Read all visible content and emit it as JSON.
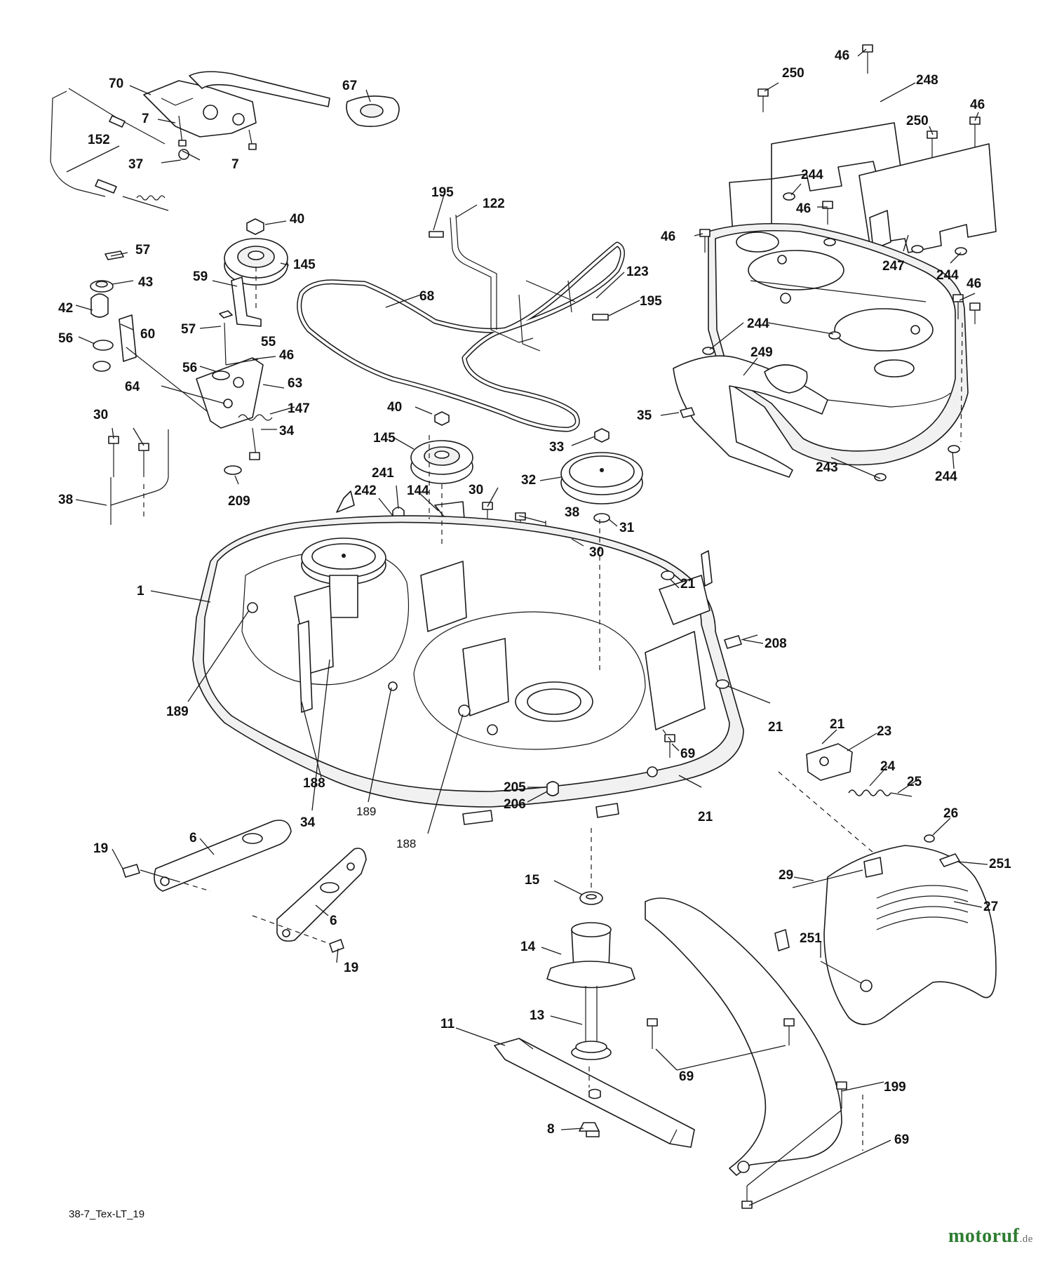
{
  "diagram": {
    "reference_code": "38-7_Tex-LT_19",
    "watermark": {
      "main": "motoruf",
      "tld": ".de"
    },
    "callouts": [
      {
        "id": "c70",
        "label": "70"
      },
      {
        "id": "c67",
        "label": "67"
      },
      {
        "id": "c7a",
        "label": "7"
      },
      {
        "id": "c7b",
        "label": "7"
      },
      {
        "id": "c152",
        "label": "152"
      },
      {
        "id": "c37",
        "label": "37"
      },
      {
        "id": "c40a",
        "label": "40"
      },
      {
        "id": "c57a",
        "label": "57"
      },
      {
        "id": "c145a",
        "label": "145"
      },
      {
        "id": "c43",
        "label": "43"
      },
      {
        "id": "c59",
        "label": "59"
      },
      {
        "id": "c42",
        "label": "42"
      },
      {
        "id": "c60",
        "label": "60"
      },
      {
        "id": "c56a",
        "label": "56"
      },
      {
        "id": "c57b",
        "label": "57"
      },
      {
        "id": "c55",
        "label": "55"
      },
      {
        "id": "c46a",
        "label": "46"
      },
      {
        "id": "c56b",
        "label": "56"
      },
      {
        "id": "c64",
        "label": "64"
      },
      {
        "id": "c63",
        "label": "63"
      },
      {
        "id": "c147",
        "label": "147"
      },
      {
        "id": "c34a",
        "label": "34"
      },
      {
        "id": "c30a",
        "label": "30"
      },
      {
        "id": "c38a",
        "label": "38"
      },
      {
        "id": "c209",
        "label": "209"
      },
      {
        "id": "c195a",
        "label": "195"
      },
      {
        "id": "c122",
        "label": "122"
      },
      {
        "id": "c68",
        "label": "68"
      },
      {
        "id": "c123",
        "label": "123"
      },
      {
        "id": "c195b",
        "label": "195"
      },
      {
        "id": "c40b",
        "label": "40"
      },
      {
        "id": "c145b",
        "label": "145"
      },
      {
        "id": "c33",
        "label": "33"
      },
      {
        "id": "c32",
        "label": "32"
      },
      {
        "id": "c31",
        "label": "31"
      },
      {
        "id": "c241",
        "label": "241"
      },
      {
        "id": "c242",
        "label": "242"
      },
      {
        "id": "c144",
        "label": "144"
      },
      {
        "id": "c30b",
        "label": "30"
      },
      {
        "id": "c38b",
        "label": "38"
      },
      {
        "id": "c30c",
        "label": "30"
      },
      {
        "id": "c1",
        "label": "1"
      },
      {
        "id": "c21a",
        "label": "21"
      },
      {
        "id": "c208",
        "label": "208"
      },
      {
        "id": "c21b",
        "label": "21"
      },
      {
        "id": "c189a",
        "label": "189"
      },
      {
        "id": "c188a",
        "label": "188"
      },
      {
        "id": "c34b",
        "label": "34"
      },
      {
        "id": "c189b",
        "label": "189"
      },
      {
        "id": "c188b",
        "label": "188"
      },
      {
        "id": "c205",
        "label": "205"
      },
      {
        "id": "c206",
        "label": "206"
      },
      {
        "id": "c69a",
        "label": "69"
      },
      {
        "id": "c21c",
        "label": "21"
      },
      {
        "id": "c21d",
        "label": "21"
      },
      {
        "id": "c23",
        "label": "23"
      },
      {
        "id": "c24",
        "label": "24"
      },
      {
        "id": "c25",
        "label": "25"
      },
      {
        "id": "c26",
        "label": "26"
      },
      {
        "id": "c251a",
        "label": "251"
      },
      {
        "id": "c29",
        "label": "29"
      },
      {
        "id": "c27",
        "label": "27"
      },
      {
        "id": "c251b",
        "label": "251"
      },
      {
        "id": "c199",
        "label": "199"
      },
      {
        "id": "c69b",
        "label": "69"
      },
      {
        "id": "c69c",
        "label": "69"
      },
      {
        "id": "c19a",
        "label": "19"
      },
      {
        "id": "c6a",
        "label": "6"
      },
      {
        "id": "c6b",
        "label": "6"
      },
      {
        "id": "c19b",
        "label": "19"
      },
      {
        "id": "c15",
        "label": "15"
      },
      {
        "id": "c14",
        "label": "14"
      },
      {
        "id": "c13",
        "label": "13"
      },
      {
        "id": "c11",
        "label": "11"
      },
      {
        "id": "c8",
        "label": "8"
      },
      {
        "id": "c46b",
        "label": "46"
      },
      {
        "id": "c250a",
        "label": "250"
      },
      {
        "id": "c248",
        "label": "248"
      },
      {
        "id": "c46c",
        "label": "46"
      },
      {
        "id": "c250b",
        "label": "250"
      },
      {
        "id": "c244a",
        "label": "244"
      },
      {
        "id": "c46d",
        "label": "46"
      },
      {
        "id": "c46e",
        "label": "46"
      },
      {
        "id": "c247",
        "label": "247"
      },
      {
        "id": "c244b",
        "label": "244"
      },
      {
        "id": "c46f",
        "label": "46"
      },
      {
        "id": "c244c",
        "label": "244"
      },
      {
        "id": "c249",
        "label": "249"
      },
      {
        "id": "c35",
        "label": "35"
      },
      {
        "id": "c243",
        "label": "243"
      },
      {
        "id": "c244d",
        "label": "244"
      }
    ]
  }
}
